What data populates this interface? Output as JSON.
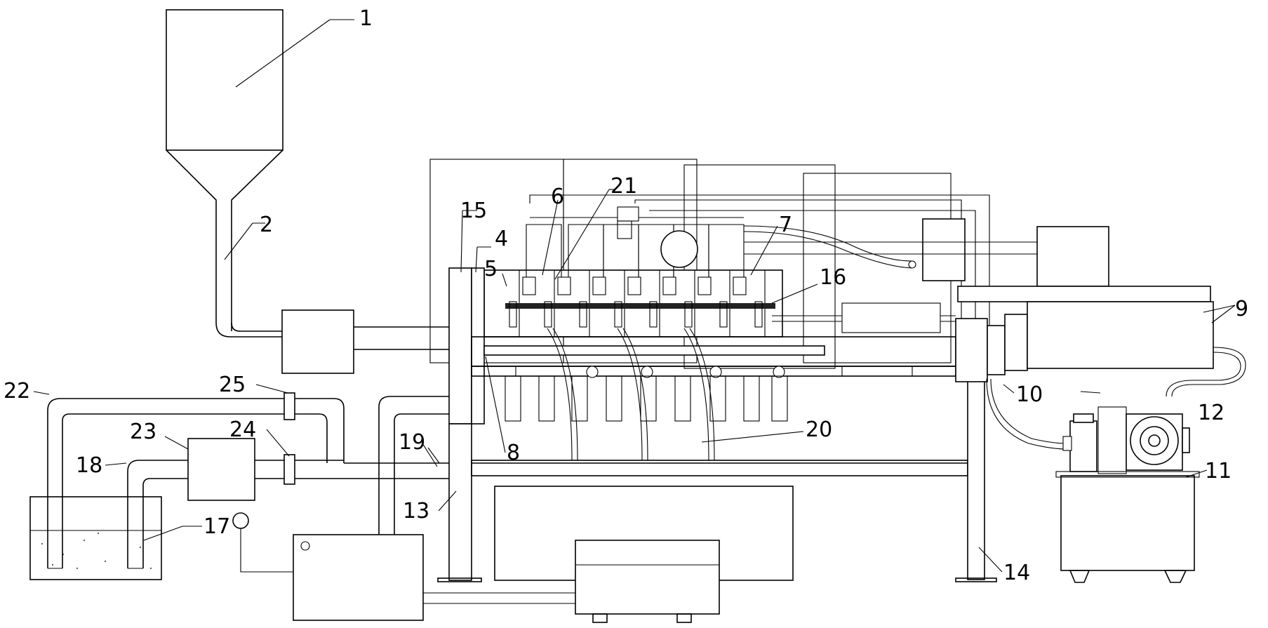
{
  "labels": {
    "n1": "1",
    "n2": "2",
    "n4": "4",
    "n5": "5",
    "n6": "6",
    "n7": "7",
    "n8": "8",
    "n9": "9",
    "n10": "10",
    "n11": "11",
    "n12": "12",
    "n13": "13",
    "n14": "14",
    "n15": "15",
    "n16": "16",
    "n17": "17",
    "n18": "18",
    "n19": "19",
    "n20": "20",
    "n21": "21",
    "n22": "22",
    "n23": "23",
    "n24": "24",
    "n25": "25"
  }
}
